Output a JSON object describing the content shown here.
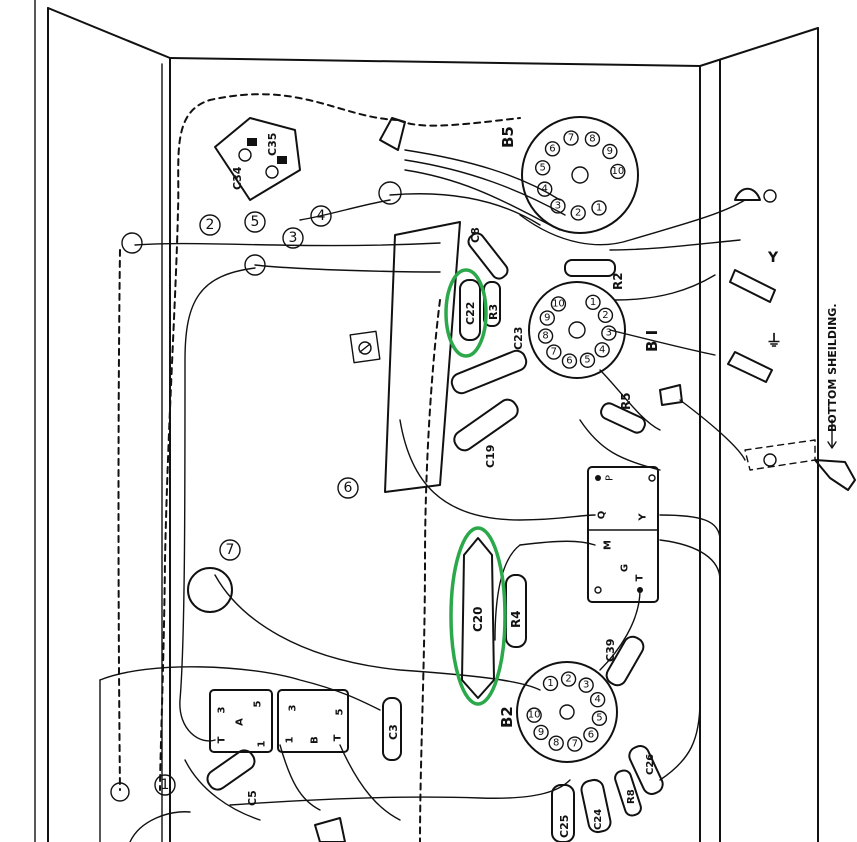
{
  "labels": {
    "b5": "B5",
    "b1": "B I",
    "b2": "B2",
    "c34": "C34",
    "c35": "C35",
    "c8": "C8",
    "c22": "C22",
    "r3": "R3",
    "c23": "C23",
    "r2": "R2",
    "r5": "R5",
    "c19": "C19",
    "c20": "C20",
    "r4": "R4",
    "c39": "C39",
    "c3": "C3",
    "c5": "C5",
    "c25": "C25",
    "c24": "C24",
    "r8": "R8",
    "c26": "C26",
    "bottom_shielding": "BOTTOM SHEILDING.",
    "antenna_symbol": "Y",
    "ground_symbol": "⏚"
  },
  "connection_points": [
    "1",
    "2",
    "3",
    "4",
    "5",
    "6",
    "7"
  ],
  "valve_b5_pins": [
    "1",
    "2",
    "3",
    "4",
    "5",
    "6",
    "7",
    "8",
    "9",
    "10"
  ],
  "valve_b1_pins": [
    "1",
    "2",
    "3",
    "4",
    "5",
    "6",
    "7",
    "8",
    "9",
    "10"
  ],
  "valve_b2_pins": [
    "1",
    "2",
    "3",
    "4",
    "5",
    "6",
    "7",
    "8",
    "9",
    "10"
  ],
  "coil_g": {
    "name": "G",
    "terminals": [
      "P",
      "Q",
      "Y",
      "M",
      "T"
    ]
  },
  "coil_a": {
    "name": "A",
    "terminals": [
      "3",
      "5",
      "T",
      "1"
    ]
  },
  "coil_b": {
    "name": "B",
    "terminals": [
      "3",
      "5",
      "1",
      "T"
    ]
  },
  "highlight_color": "#2aa84a"
}
